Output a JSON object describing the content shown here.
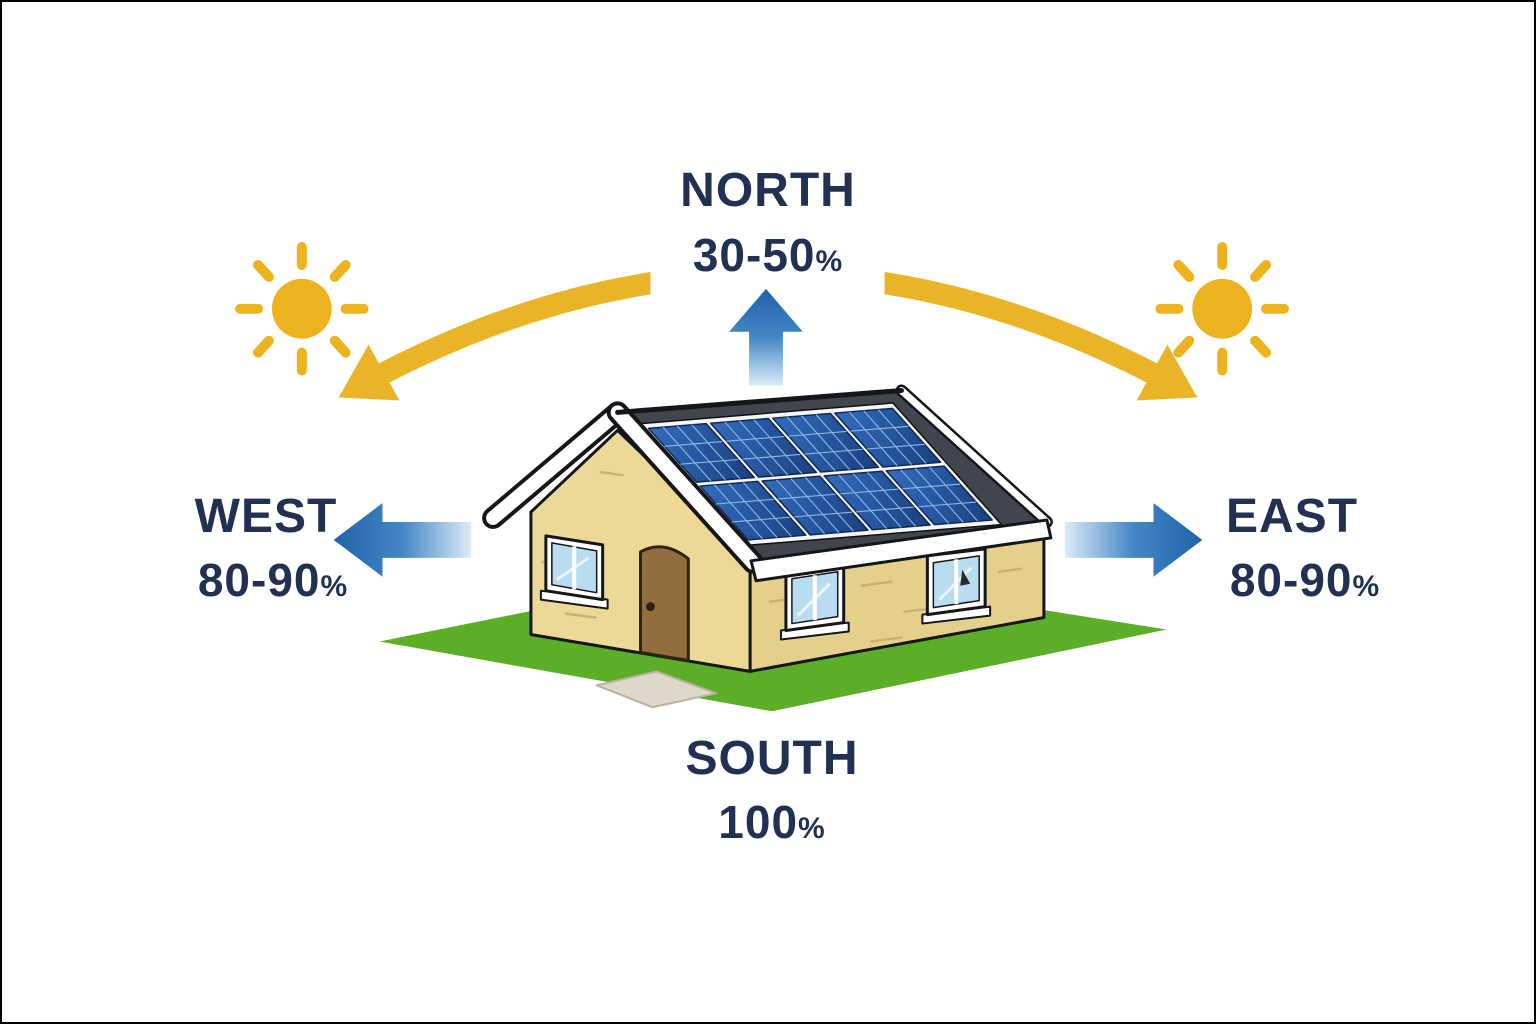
{
  "directions": {
    "north": {
      "label": "NORTH",
      "value": "30-50",
      "unit": "%"
    },
    "east": {
      "label": "EAST",
      "value": "80-90",
      "unit": "%"
    },
    "south": {
      "label": "SOUTH",
      "value": "100",
      "unit": "%"
    },
    "west": {
      "label": "WEST",
      "value": "80-90",
      "unit": "%"
    }
  },
  "icons": {
    "sun_left": "sun-icon",
    "sun_right": "sun-icon",
    "sun_path_arc": "curved-double-headed-arrow-icon",
    "north_arrow": "up-arrow-icon",
    "west_arrow": "left-arrow-icon",
    "east_arrow": "right-arrow-icon",
    "house": "house-with-rooftop-solar-panels-illustration"
  },
  "colors": {
    "text_navy": "#223052",
    "arrow_blue_dark": "#1f63a8",
    "arrow_blue_fade": "#dcebf7",
    "sun_yellow": "#ecb21f",
    "arc_yellow": "#e9b427",
    "panel_blue": "#2256a4",
    "roof_gray": "#41464d",
    "wall_cream": "#ecd998",
    "grass_green": "#5cad27",
    "door_brown": "#926e3e"
  }
}
